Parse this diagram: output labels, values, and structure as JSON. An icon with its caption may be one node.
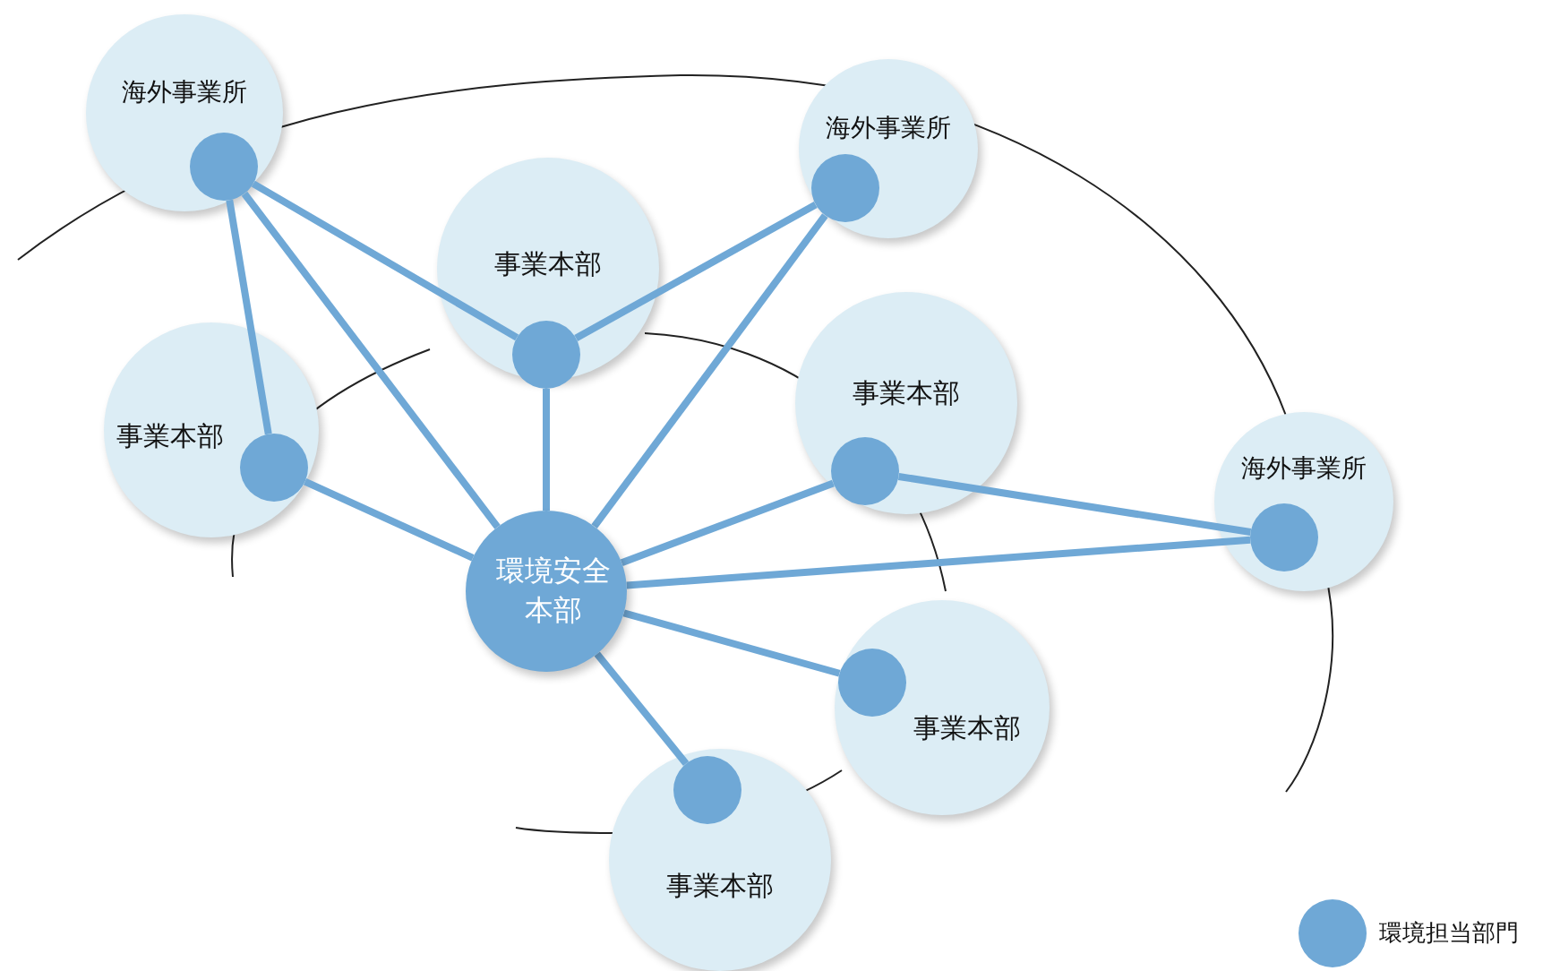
{
  "diagram": {
    "nodes": [
      {
        "text": [
          "海外事業所"
        ]
      },
      {
        "text": [],
        "shape": "circle",
        "in": 0
      },
      {
        "text": [
          "海外事業所"
        ]
      },
      {
        "text": [],
        "shape": "circle",
        "in": 2
      },
      {
        "text": [
          "事業本部"
        ]
      },
      {
        "text": [],
        "shape": "circle",
        "in": 4
      },
      {
        "text": [
          "事業本部"
        ]
      },
      {
        "text": [],
        "shape": "circle",
        "in": 6
      },
      {
        "text": [
          "事業本部"
        ]
      },
      {
        "text": [],
        "shape": "circle",
        "in": 8
      },
      {
        "text": [
          "海外事業所"
        ]
      },
      {
        "text": [],
        "shape": "circle",
        "in": 10
      },
      {
        "text": [
          "環境安全本部"
        ]
      },
      {
        "text": [
          "事業本部"
        ]
      },
      {
        "text": [],
        "shape": "circle",
        "in": 13
      },
      {
        "text": [
          "事業本部"
        ]
      },
      {
        "text": [],
        "shape": "circle",
        "in": 15
      }
    ],
    "edges": [
      {
        "from": 1,
        "to": 7,
        "arrow": "none"
      },
      {
        "from": 1,
        "to": 5,
        "arrow": "none"
      },
      {
        "from": 5,
        "to": 3,
        "arrow": "none"
      },
      {
        "from": 9,
        "to": 11,
        "arrow": "none"
      },
      {
        "from": 12,
        "to": 1,
        "arrow": "none"
      },
      {
        "from": 12,
        "to": 5,
        "arrow": "none"
      },
      {
        "from": 12,
        "to": 3,
        "arrow": "none"
      },
      {
        "from": 12,
        "to": 7,
        "arrow": "none"
      },
      {
        "from": 12,
        "to": 9,
        "arrow": "none"
      },
      {
        "from": 12,
        "to": 11,
        "arrow": "none"
      },
      {
        "from": 12,
        "to": 14,
        "arrow": "none"
      },
      {
        "from": 12,
        "to": 16,
        "arrow": "none"
      }
    ],
    "legend": [
      {
        "text": "環境担当部門",
        "color": "#6fa8d6"
      }
    ]
  }
}
